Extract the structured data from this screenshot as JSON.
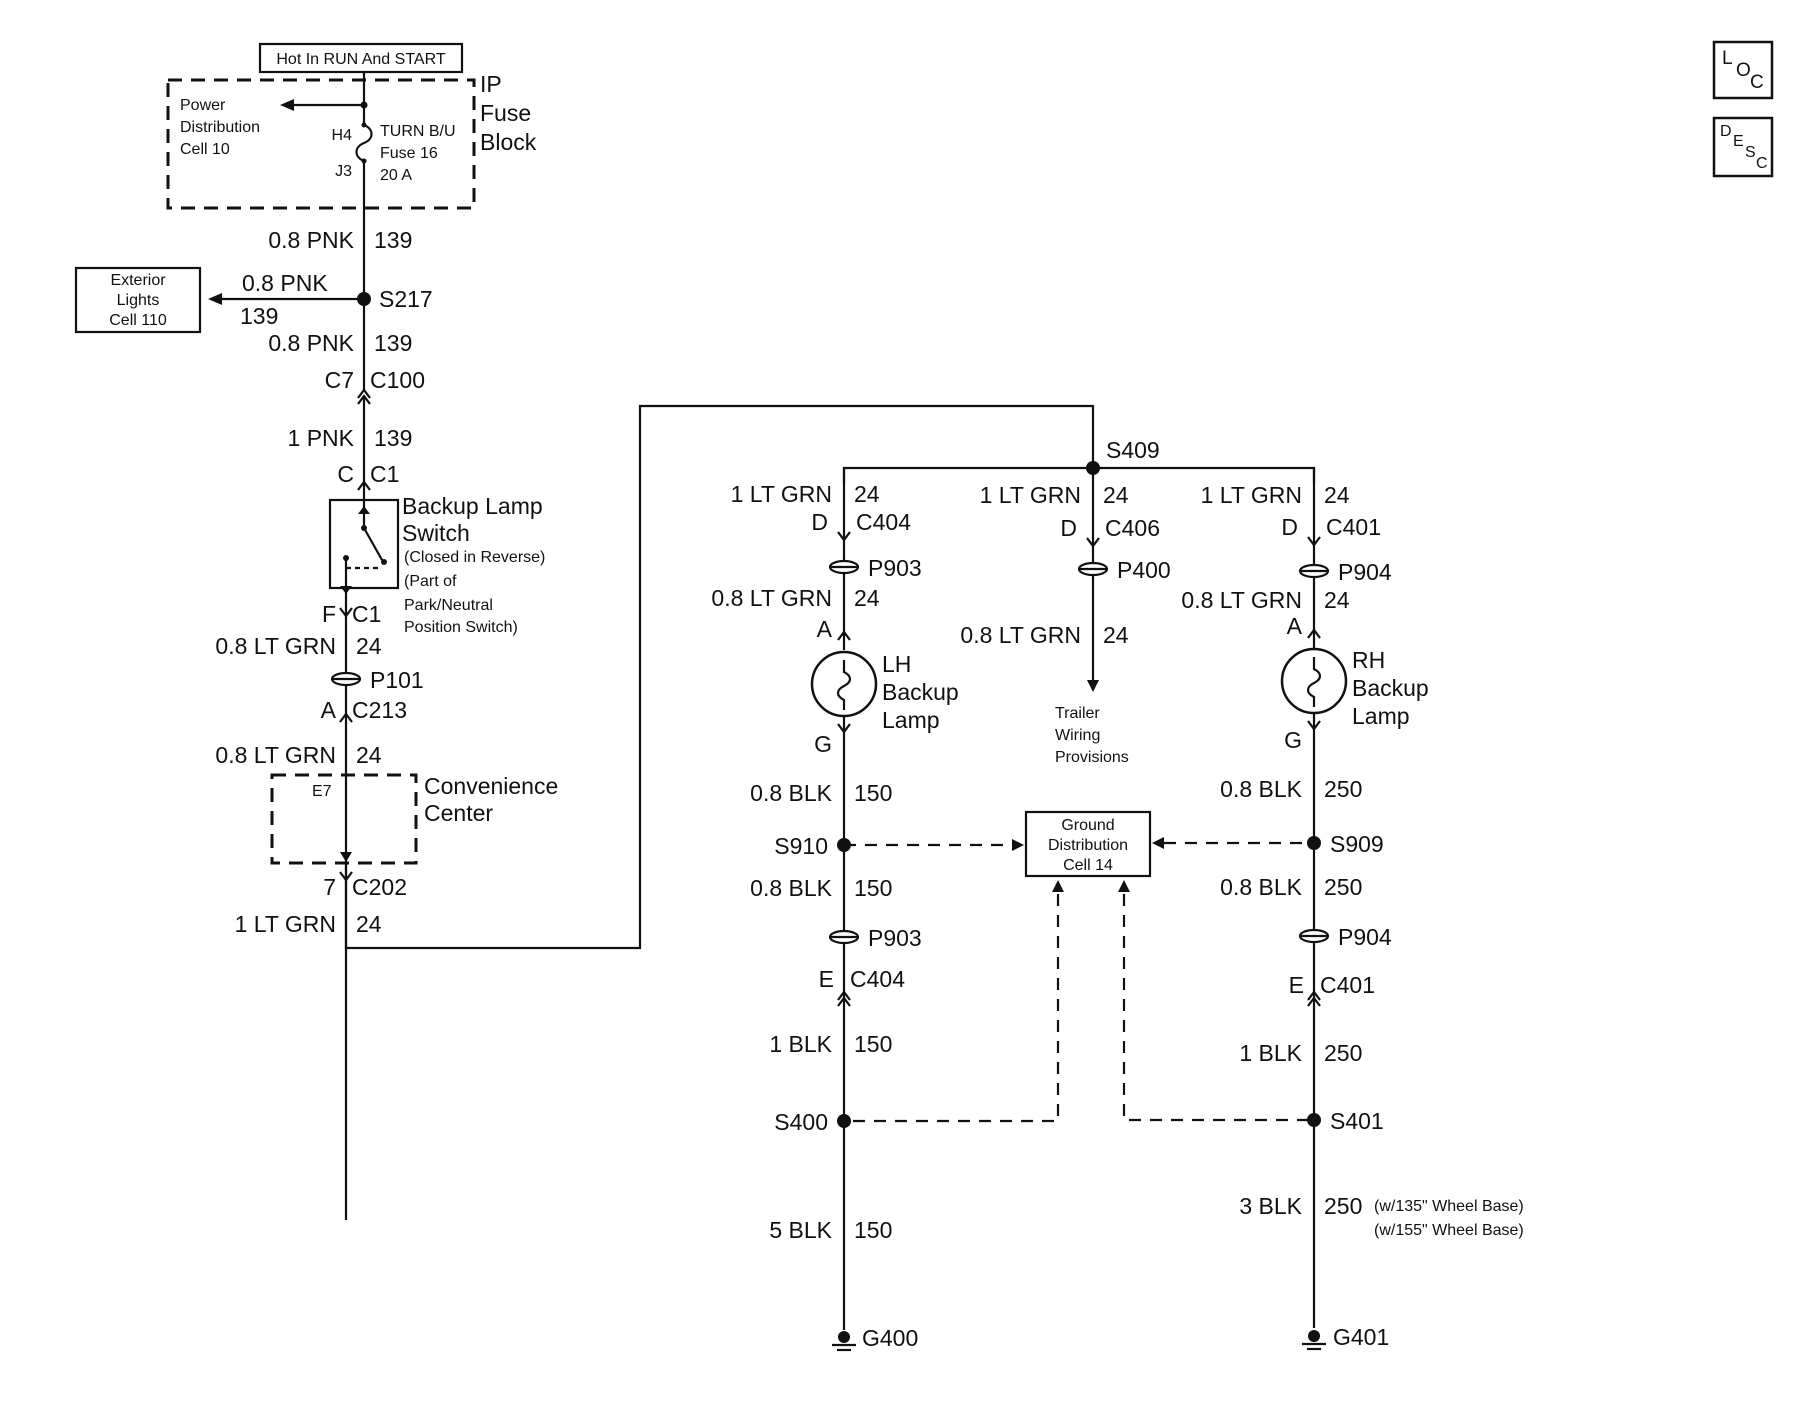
{
  "hot_label": "Hot In RUN And START",
  "fuse_block": {
    "title_lines": [
      "IP",
      "Fuse",
      "Block"
    ],
    "power_dist_lines": [
      "Power",
      "Distribution",
      "Cell 10"
    ],
    "pin_h4": "H4",
    "pin_j3": "J3",
    "fuse_lines": [
      "TURN B/U",
      "Fuse 16",
      "20 A"
    ]
  },
  "ext_lights_lines": [
    "Exterior",
    "Lights",
    "Cell 110"
  ],
  "labels": {
    "w1_size": "0.8 PNK",
    "w1_circ": "139",
    "branch_size": "0.8 PNK",
    "branch_circ": "139",
    "s217": "S217",
    "w2_size": "0.8 PNK",
    "w2_circ": "139",
    "c7": "C7",
    "c100": "C100",
    "w3_size": "1 PNK",
    "w3_circ": "139",
    "c_pin": "C",
    "c1_top": "C1",
    "f_pin": "F",
    "c1_bot": "C1",
    "w4_size": "0.8 LT GRN",
    "w4_circ": "24",
    "p101": "P101",
    "a_pin": "A",
    "c213": "C213",
    "w5_size": "0.8 LT GRN",
    "w5_circ": "24",
    "e7": "E7",
    "c202_pin": "7",
    "c202": "C202",
    "w6_size": "1 LT GRN",
    "w6_circ": "24",
    "s409": "S409",
    "trailer_lines": [
      "Trailer",
      "Wiring",
      "Provisions"
    ]
  },
  "switch_lines": [
    "Backup Lamp",
    "Switch",
    "(Closed in Reverse)",
    "(Part of",
    "Park/Neutral",
    "Position Switch)"
  ],
  "conv_center_lines": [
    "Convenience",
    "Center"
  ],
  "left_branch": {
    "w1_size": "1 LT GRN",
    "w1_circ": "24",
    "d_pin": "D",
    "conn": "C404",
    "p903": "P903",
    "w2_size": "0.8 LT GRN",
    "w2_circ": "24",
    "a_pin": "A",
    "lamp_lines": [
      "LH",
      "Backup",
      "Lamp"
    ],
    "g_pin": "G",
    "w3_size": "0.8 BLK",
    "w3_circ": "150",
    "splice1": "S910",
    "w4_size": "0.8 BLK",
    "w4_circ": "150",
    "p903b": "P903",
    "e_pin": "E",
    "conn2": "C404",
    "w5_size": "1 BLK",
    "w5_circ": "150",
    "splice2": "S400",
    "w6_size": "5 BLK",
    "w6_circ": "150",
    "ground": "G400"
  },
  "mid_branch": {
    "w1_size": "1 LT GRN",
    "w1_circ": "24",
    "d_pin": "D",
    "conn": "C406",
    "p400": "P400",
    "w2_size": "0.8 LT GRN",
    "w2_circ": "24"
  },
  "right_branch": {
    "w1_size": "1 LT GRN",
    "w1_circ": "24",
    "d_pin": "D",
    "conn": "C401",
    "p904": "P904",
    "w2_size": "0.8 LT GRN",
    "w2_circ": "24",
    "a_pin": "A",
    "lamp_lines": [
      "RH",
      "Backup",
      "Lamp"
    ],
    "g_pin": "G",
    "w3_size": "0.8 BLK",
    "w3_circ": "250",
    "splice1": "S909",
    "w4_size": "0.8 BLK",
    "w4_circ": "250",
    "p904b": "P904",
    "e_pin": "E",
    "conn2": "C401",
    "w5_size": "1 BLK",
    "w5_circ": "250",
    "splice2": "S401",
    "w6_size": "3 BLK",
    "w6_circ": "250",
    "wb1": "(w/135\" Wheel Base)",
    "wb2": "(w/155\" Wheel Base)",
    "ground": "G401"
  },
  "ground_dist_lines": [
    "Ground",
    "Distribution",
    "Cell 14"
  ],
  "loc_icon": {
    "main": "L",
    "sub1": "O",
    "sub2": "C"
  },
  "desc_icon": {
    "main": "D",
    "sub1": "E",
    "sub2": "S",
    "sub3": "C"
  }
}
